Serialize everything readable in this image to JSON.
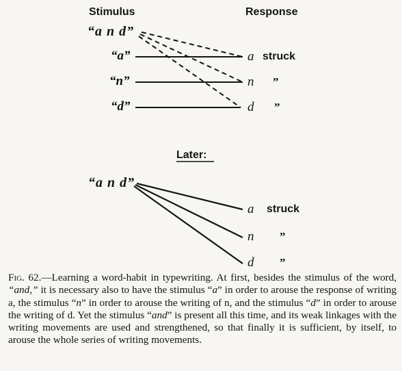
{
  "headers": {
    "stimulus": "Stimulus",
    "response": "Response"
  },
  "top_diagram": {
    "whole_stimulus": "“a n d”",
    "stimuli": [
      "“a”",
      "“n”",
      "“d”"
    ],
    "responses": [
      {
        "letter": "a",
        "word": "struck"
      },
      {
        "letter": "n",
        "word": "”"
      },
      {
        "letter": "d",
        "word": "”"
      }
    ]
  },
  "later_label": "Later:",
  "bottom_diagram": {
    "whole_stimulus": "“a n d”",
    "responses": [
      {
        "letter": "a",
        "word": "struck"
      },
      {
        "letter": "n",
        "word": "”"
      },
      {
        "letter": "d",
        "word": "”"
      }
    ]
  },
  "caption": {
    "fig_label": "Fig. 62.",
    "lines": [
      "—Learning a word-habit in typewriting. At first, besides the",
      "stimulus of the word, ",
      "“and,”",
      " it is necessary also to have the",
      "stimulus “",
      "a",
      "” in order to arouse the response of writing a, the stimulus",
      "“",
      "n",
      "” in order to arouse the writing of n, and the stimulus “",
      "d",
      "” in order",
      "to arouse the writing of d. Yet the stimulus “",
      "and",
      "” is present all this",
      "time, and its weak linkages with the writing movements are used and",
      "strengthened, so that finally it is sufficient, by itself, to arouse the",
      "whole series of writing movements."
    ]
  }
}
